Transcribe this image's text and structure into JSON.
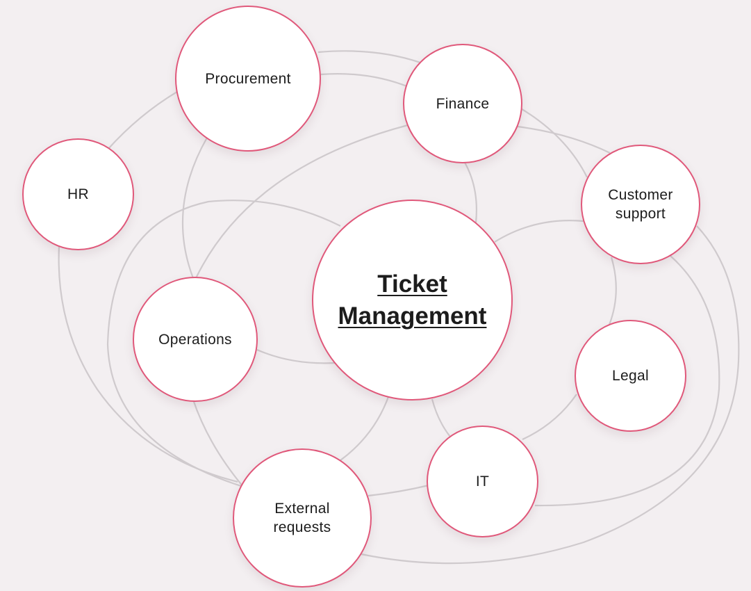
{
  "diagram": {
    "center": {
      "label": "Ticket\nManagement"
    },
    "nodes": {
      "procurement": {
        "label": "Procurement"
      },
      "finance": {
        "label": "Finance"
      },
      "hr": {
        "label": "HR"
      },
      "customer_support": {
        "label": "Customer\nsupport"
      },
      "operations": {
        "label": "Operations"
      },
      "legal": {
        "label": "Legal"
      },
      "it": {
        "label": "IT"
      },
      "external_requests": {
        "label": "External\nrequests"
      }
    },
    "colors": {
      "background": "#f3eff1",
      "node_border": "#e0587a",
      "node_fill": "#ffffff",
      "connector": "#cfcacd"
    }
  }
}
